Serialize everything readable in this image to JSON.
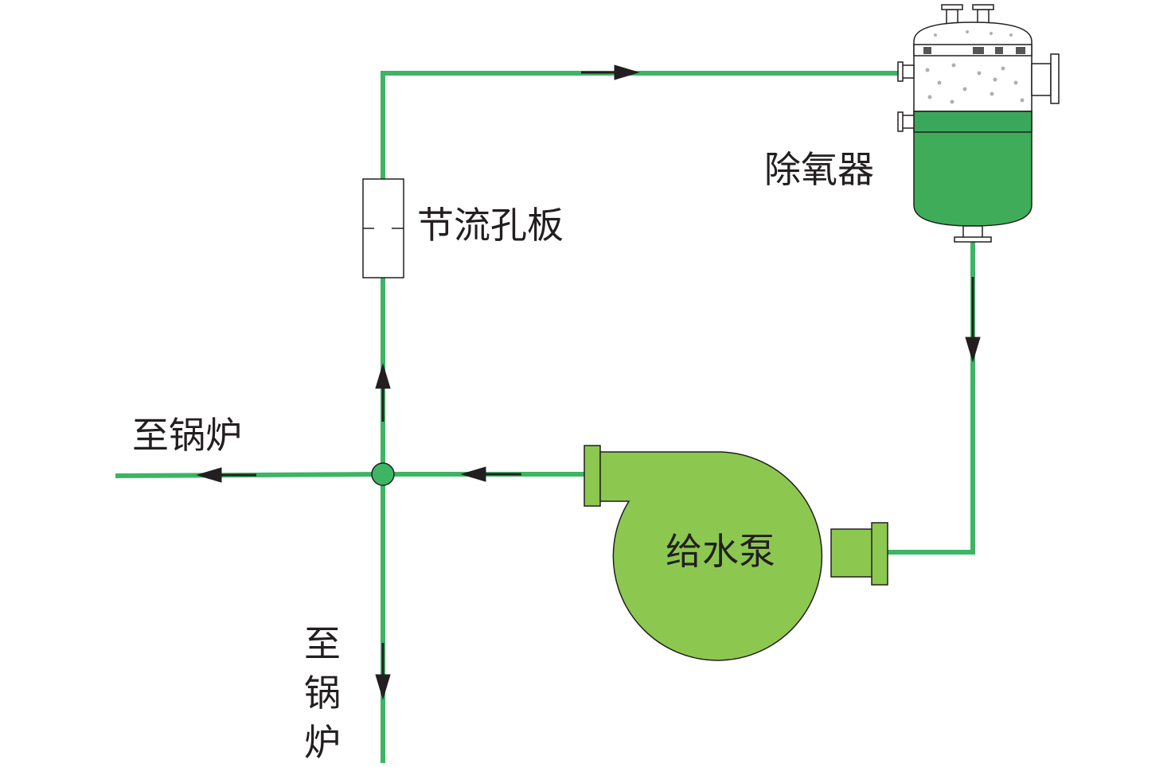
{
  "labels": {
    "deaerator": "除氧器",
    "orifice": "节流孔板",
    "to_boiler_left": "至锅炉",
    "to_boiler_down": [
      "至",
      "锅",
      "炉"
    ],
    "pump": "给水泵"
  },
  "colors": {
    "pipe": "#3db564",
    "pipe_light": "#6cc04a",
    "pump_fill": "#8cc84f",
    "tank_water": "#3fac5a",
    "tank_band": "#3aa85a",
    "arrow": "#231f20",
    "outline": "#231f20",
    "orifice_fill": "#ffffff",
    "junction": "#3db564",
    "droplet": "#b0b0b0"
  },
  "icons": [
    "deaerator-tank",
    "orifice-plate",
    "feed-pump",
    "flow-arrow",
    "junction-node"
  ]
}
